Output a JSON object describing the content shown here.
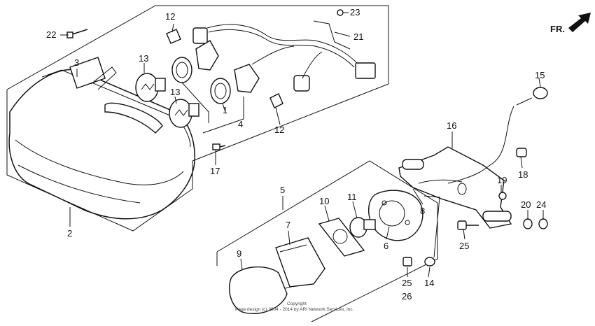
{
  "direction_badge": {
    "text": "FR."
  },
  "callouts": [
    {
      "name": "callout-12-top",
      "text": "12"
    },
    {
      "name": "callout-23",
      "text": "23"
    },
    {
      "name": "callout-22",
      "text": "22"
    },
    {
      "name": "callout-21",
      "text": "21"
    },
    {
      "name": "callout-3",
      "text": "3"
    },
    {
      "name": "callout-13-upper",
      "text": "13"
    },
    {
      "name": "callout-13-lower",
      "text": "13"
    },
    {
      "name": "callout-1",
      "text": "1"
    },
    {
      "name": "callout-4",
      "text": "4"
    },
    {
      "name": "callout-12-bottom",
      "text": "12"
    },
    {
      "name": "callout-15",
      "text": "15"
    },
    {
      "name": "callout-16",
      "text": "16"
    },
    {
      "name": "callout-17",
      "text": "17"
    },
    {
      "name": "callout-18",
      "text": "18"
    },
    {
      "name": "callout-19",
      "text": "19"
    },
    {
      "name": "callout-5",
      "text": "5"
    },
    {
      "name": "callout-11",
      "text": "11"
    },
    {
      "name": "callout-10",
      "text": "10"
    },
    {
      "name": "callout-8",
      "text": "8"
    },
    {
      "name": "callout-20",
      "text": "20"
    },
    {
      "name": "callout-24",
      "text": "24"
    },
    {
      "name": "callout-7",
      "text": "7"
    },
    {
      "name": "callout-6",
      "text": "6"
    },
    {
      "name": "callout-25-right",
      "text": "25"
    },
    {
      "name": "callout-2",
      "text": "2"
    },
    {
      "name": "callout-9",
      "text": "9"
    },
    {
      "name": "callout-25-bottom",
      "text": "25"
    },
    {
      "name": "callout-14",
      "text": "14"
    },
    {
      "name": "callout-26",
      "text": "26"
    }
  ],
  "copyright": {
    "line1": "Copyright",
    "line2": "Page design (c) 2004 - 2014 by ARI Network Services, Inc."
  }
}
